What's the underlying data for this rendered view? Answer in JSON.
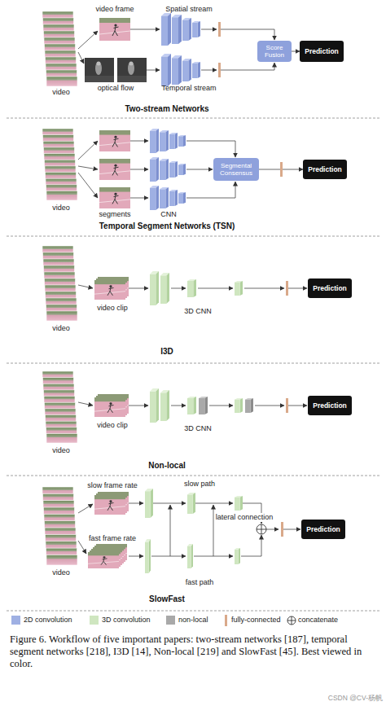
{
  "diagram": {
    "caption": "Figure 6. Workflow of five important papers: two-stream networks [187], temporal segment networks [218], I3D [14], Non-local [219] and SlowFast [45]. Best viewed in color.",
    "nodes": [
      {
        "text": [
          "Score Fusion"
        ]
      },
      {
        "text": [
          "Prediction"
        ]
      },
      {
        "text": [
          "Segmental Consensus"
        ]
      },
      {
        "text": [
          "Prediction"
        ]
      },
      {
        "text": [
          "Prediction"
        ]
      },
      {
        "text": [
          "Prediction"
        ]
      },
      {
        "text": [
          "Prediction"
        ]
      }
    ],
    "edges": [
      {
        "from": 0,
        "to": 1,
        "arrow": "to"
      },
      {
        "from": 2,
        "to": 3,
        "arrow": "to"
      }
    ],
    "labels": [
      "video frame",
      "Spatial stream",
      "optical flow",
      "Temporal stream",
      "video",
      "Two-stream Networks",
      "segments",
      "CNN",
      "video",
      "Temporal Segment Networks (TSN)",
      "video clip",
      "3D CNN",
      "video",
      "I3D",
      "video clip",
      "3D CNN",
      "video",
      "Non-local",
      "slow frame rate",
      "slow path",
      "lateral connection",
      "fast frame rate",
      "fast path",
      "video",
      "SlowFast",
      "CSDN @CV-杨帆"
    ],
    "legend": [
      {
        "text": "2D convolution",
        "color": "#9fb0e3"
      },
      {
        "text": "3D convolution",
        "color": "#cfe6c0"
      },
      {
        "text": "non-local",
        "color": "#a9a9a9"
      },
      {
        "text": "fully-connected",
        "color": "#d9a98a"
      },
      {
        "text": "concatenate"
      }
    ]
  }
}
